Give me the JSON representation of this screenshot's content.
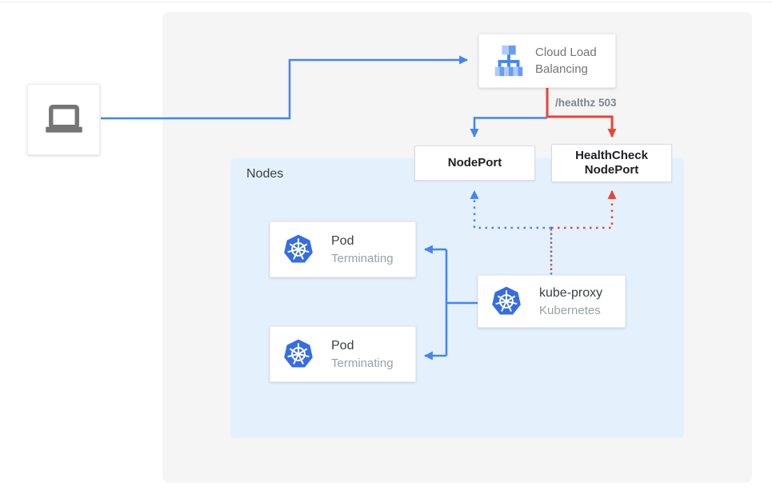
{
  "client": {
    "icon": "laptop-icon"
  },
  "load_balancer": {
    "label_line1": "Cloud Load",
    "label_line2": "Balancing",
    "icon": "cloud-load-balancing-icon"
  },
  "edge_labels": {
    "healthz": "/healthz 503"
  },
  "nodeport": {
    "label": "NodePort"
  },
  "healthcheck_nodeport": {
    "label_line1": "HealthCheck",
    "label_line2": "NodePort"
  },
  "nodes_container": {
    "label": "Nodes"
  },
  "pods": [
    {
      "title": "Pod",
      "subtitle": "Terminating",
      "icon": "kubernetes-icon"
    },
    {
      "title": "Pod",
      "subtitle": "Terminating",
      "icon": "kubernetes-icon"
    }
  ],
  "kube_proxy": {
    "title": "kube-proxy",
    "subtitle": "Kubernetes",
    "icon": "kubernetes-icon"
  },
  "colors": {
    "traffic_blue": "#4285F4",
    "health_red": "#EA4335",
    "nodes_bg": "#E4F1FC",
    "panel_bg": "#F5F5F6",
    "gray_text": "#9AA0A6",
    "dark_text": "#3C4043",
    "laptop_gray": "#757575",
    "k8s_blue": "#356DE3",
    "lb_icon_light": "#AECBFA",
    "lb_icon_medium": "#669DF6"
  }
}
